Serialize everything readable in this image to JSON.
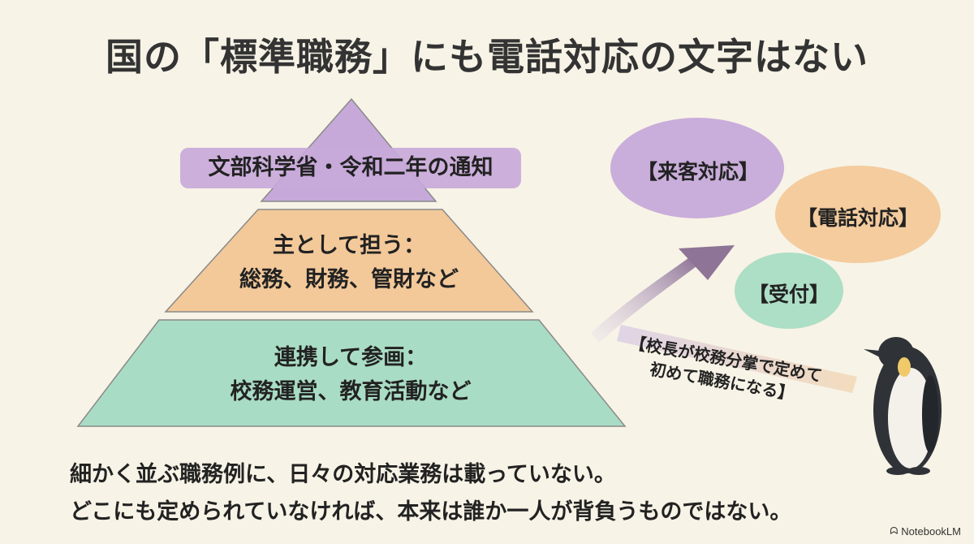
{
  "title": "国の「標準職務」にも電話対応の文字はない",
  "pyramid": {
    "top": "文部科学省・令和二年の通知",
    "middle_line1": "主として担う：",
    "middle_line2": "総務、財務、管財など",
    "bottom_line1": "連携して参画：",
    "bottom_line2": "校務運営、教育活動など"
  },
  "bubbles": {
    "visitor": "【来客対応】",
    "phone": "【電話対応】",
    "reception": "【受付】"
  },
  "note": {
    "line1": "【校長が校務分掌で定めて",
    "line2": "初めて職務になる】"
  },
  "footer": {
    "line1": "細かく並ぶ職務例に、日々の対応業務は載っていない。",
    "line2": "どこにも定められていなければ、本来は誰か一人が背負うものではない。"
  },
  "brand": {
    "name": "NotebookLM",
    "icon": "notebooklm-logo-icon"
  },
  "colors": {
    "purple": "#c6a9d9",
    "orange": "#f3c99a",
    "green": "#a9dcc4"
  }
}
